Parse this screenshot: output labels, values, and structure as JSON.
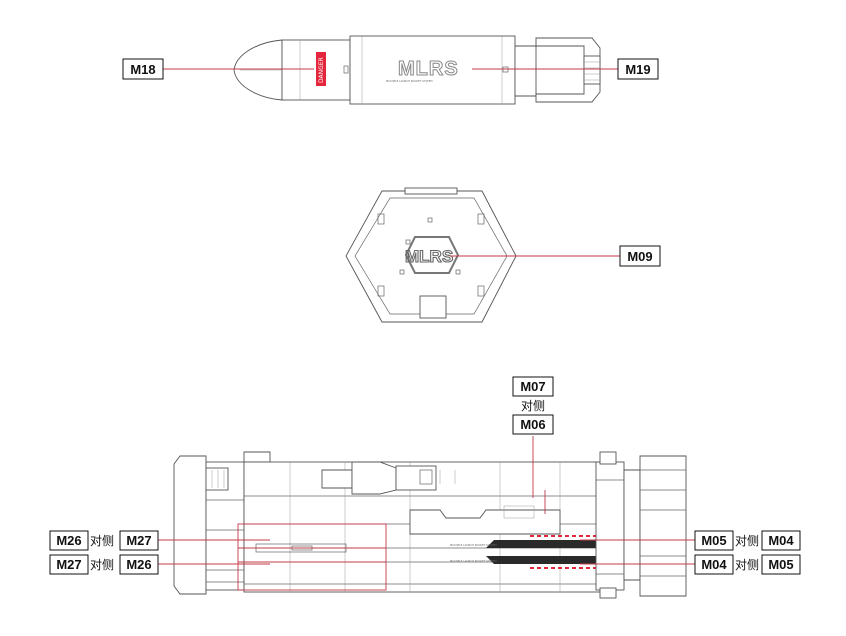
{
  "labels": {
    "m18": "M18",
    "m19": "M19",
    "m09": "M09",
    "m07": "M07",
    "m06": "M06",
    "m26": "M26",
    "m27": "M27",
    "m05": "M05",
    "m04": "M04",
    "opposite_side": "对侧"
  },
  "decals": {
    "danger": "DANGER",
    "mlrs": "MLRS",
    "mlrs_sub": "MULTIPLE LAUNCH ROCKET SYSTEM"
  },
  "colors": {
    "leader": "#c43a4a",
    "danger_red": "#e3263b",
    "stripe_dark": "#2a2a2a",
    "outline": "#555555"
  }
}
